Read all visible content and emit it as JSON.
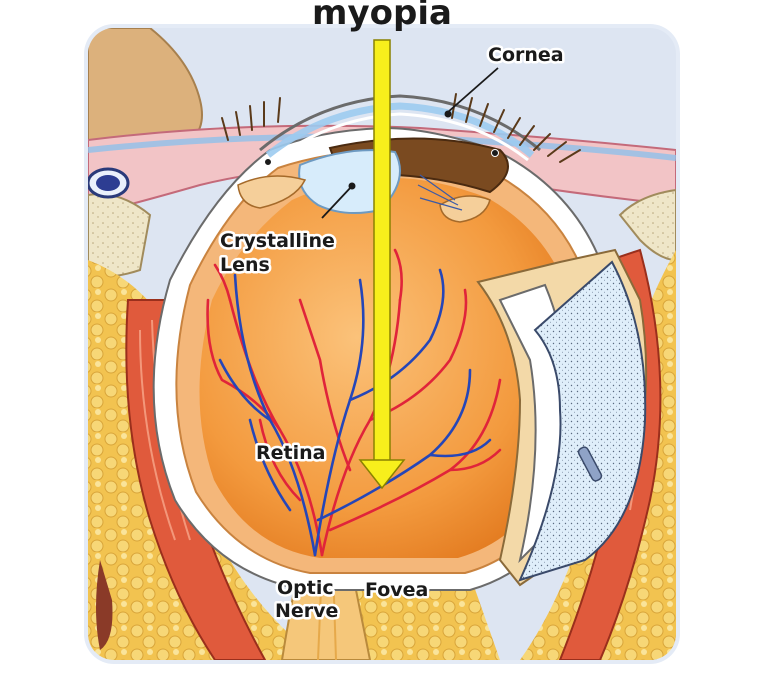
{
  "title": "myopia",
  "labels": {
    "cornea": "Cornea",
    "crystalline_lens_line1": "Crystalline",
    "crystalline_lens_line2": "Lens",
    "retina": "Retina",
    "optic_nerve_line1": "Optic",
    "optic_nerve_line2": "Nerve",
    "fovea": "Fovea"
  },
  "colors": {
    "light_ray": "#f7ef1c",
    "vitreous": "#f39a3e",
    "arteries": "#e0243a",
    "veins": "#2546b8",
    "fat": "#f2c350",
    "muscle": "#e05a3c",
    "frame_bg": "#dde5f2"
  }
}
